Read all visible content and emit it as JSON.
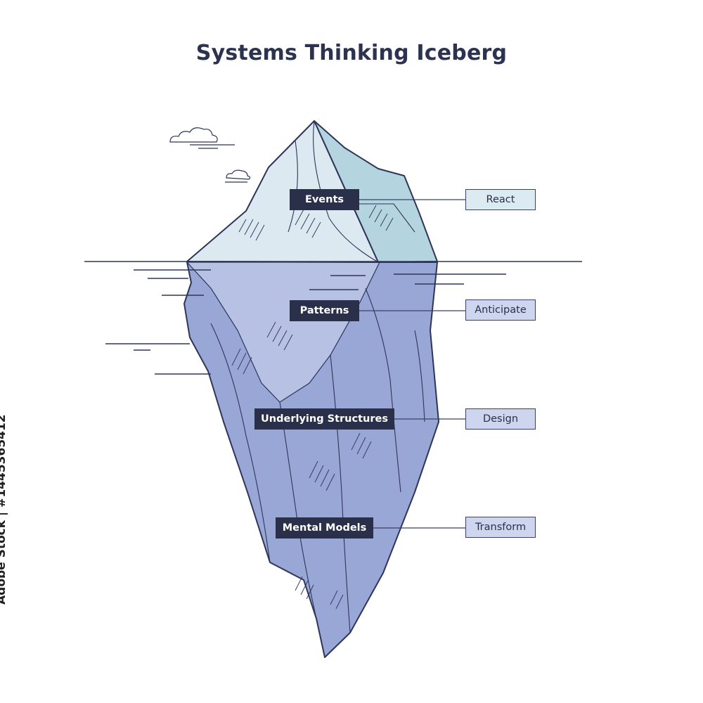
{
  "title": "Systems Thinking Iceberg",
  "levels": [
    {
      "level": "Events",
      "response": "React"
    },
    {
      "level": "Patterns",
      "response": "Anticipate"
    },
    {
      "level": "Underlying Structures",
      "response": "Design"
    },
    {
      "level": "Mental Models",
      "response": "Transform"
    }
  ],
  "credit": "Adobe Stock | #1445365412",
  "colors": {
    "tip_light": "#dce9f1",
    "tip_dark": "#b4d4df",
    "underwater": "#98a7d6",
    "underwater_inner": "#b6c1e4",
    "outline": "#2e3558",
    "label_dark": "#2a2f4a",
    "label_light": "#cdd6ee",
    "label_light_top": "#dcebf1"
  }
}
